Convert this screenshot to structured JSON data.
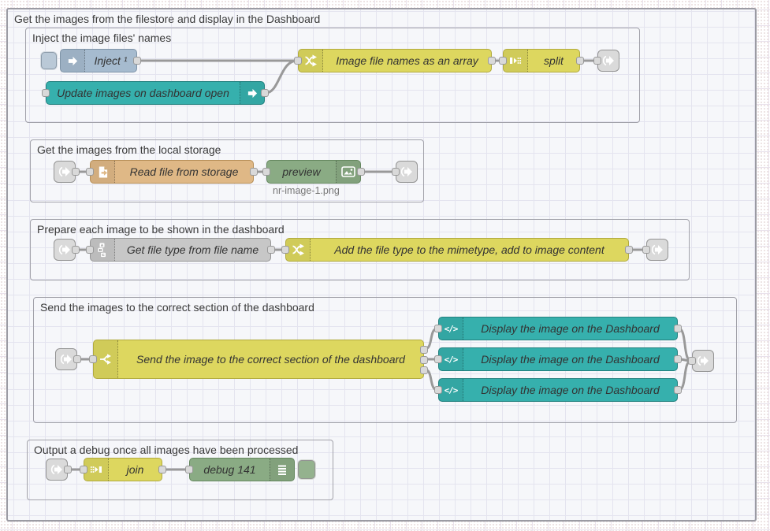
{
  "outer_group": {
    "label": "Get the images from the filestore and display in the Dashboard"
  },
  "groups": {
    "inject": {
      "label": "Inject the image files' names"
    },
    "storage": {
      "label": "Get the images from the local storage"
    },
    "prepare": {
      "label": "Prepare each image to be shown in the dashboard"
    },
    "send": {
      "label": "Send the images to the correct section of the dashboard"
    },
    "output": {
      "label": "Output a debug once all images have been processed"
    }
  },
  "nodes": {
    "inject": {
      "label": "Inject ¹"
    },
    "dashboard_open": {
      "label": "Update images on dashboard open"
    },
    "filenames": {
      "label": "Image file names as an array"
    },
    "split": {
      "label": "split"
    },
    "read_file": {
      "label": "Read file from storage"
    },
    "preview": {
      "label": "preview",
      "status": "nr-image-1.png"
    },
    "file_type": {
      "label": "Get file type from file name"
    },
    "mimetype": {
      "label": "Add the file type to the mimetype, add to image content"
    },
    "switch": {
      "label": "Send the image to the correct section of the dashboard"
    },
    "display_1": {
      "label": "Display the image on the Dashboard"
    },
    "display_2": {
      "label": "Display the image on the Dashboard"
    },
    "display_3": {
      "label": "Display the image on the Dashboard"
    },
    "join": {
      "label": "join"
    },
    "debug": {
      "label": "debug 141"
    }
  },
  "colors": {
    "inject_node": "#a6bbcf",
    "dashboard_node": "#36b0ad",
    "yellow_node": "#ddd75f",
    "file_node": "#dfb886",
    "gray_node": "#c7c7c7",
    "green_node": "#8aab84",
    "link_node": "#dadada",
    "wire": "#999999"
  }
}
